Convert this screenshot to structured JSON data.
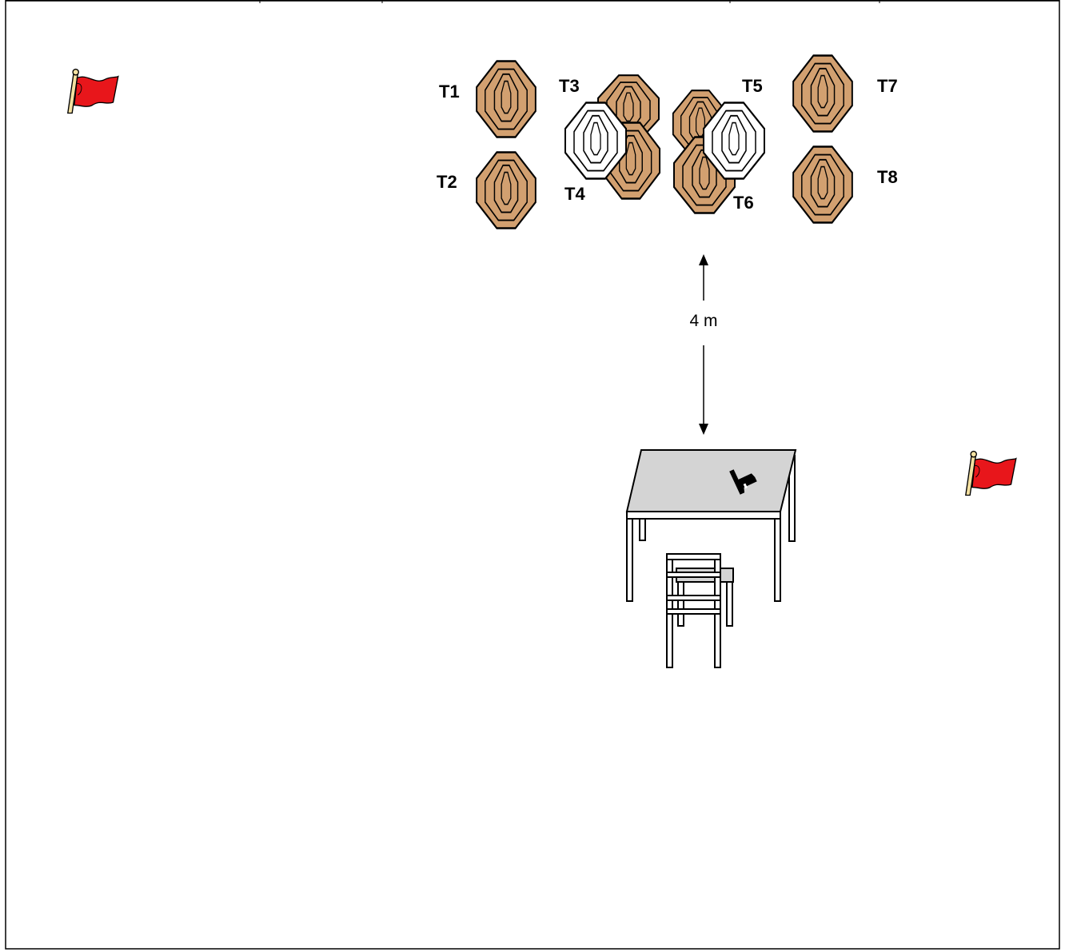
{
  "targets": [
    {
      "id": "t1",
      "label": "T1",
      "type": "paper"
    },
    {
      "id": "t2",
      "label": "T2",
      "type": "paper"
    },
    {
      "id": "t3",
      "label": "T3",
      "type": "paper"
    },
    {
      "id": "t4",
      "label": "T4",
      "type": "paper"
    },
    {
      "id": "t5",
      "label": "T5",
      "type": "paper"
    },
    {
      "id": "t6",
      "label": "T6",
      "type": "paper"
    },
    {
      "id": "t7",
      "label": "T7",
      "type": "paper"
    },
    {
      "id": "t8",
      "label": "T8",
      "type": "paper"
    }
  ],
  "no_shoots": [
    {
      "id": "ns1",
      "type": "no-shoot"
    },
    {
      "id": "ns2",
      "type": "no-shoot"
    }
  ],
  "distance_label": "4 m",
  "props": {
    "start_position": "table-with-chair",
    "gun_location": "on-table",
    "fault_line_flags": 2
  },
  "colors": {
    "target_fill": "#d2a070",
    "no_shoot_fill": "#ffffff",
    "flag_red": "#e8161b",
    "table_fill": "#d4d4d4",
    "outline": "#000000"
  }
}
